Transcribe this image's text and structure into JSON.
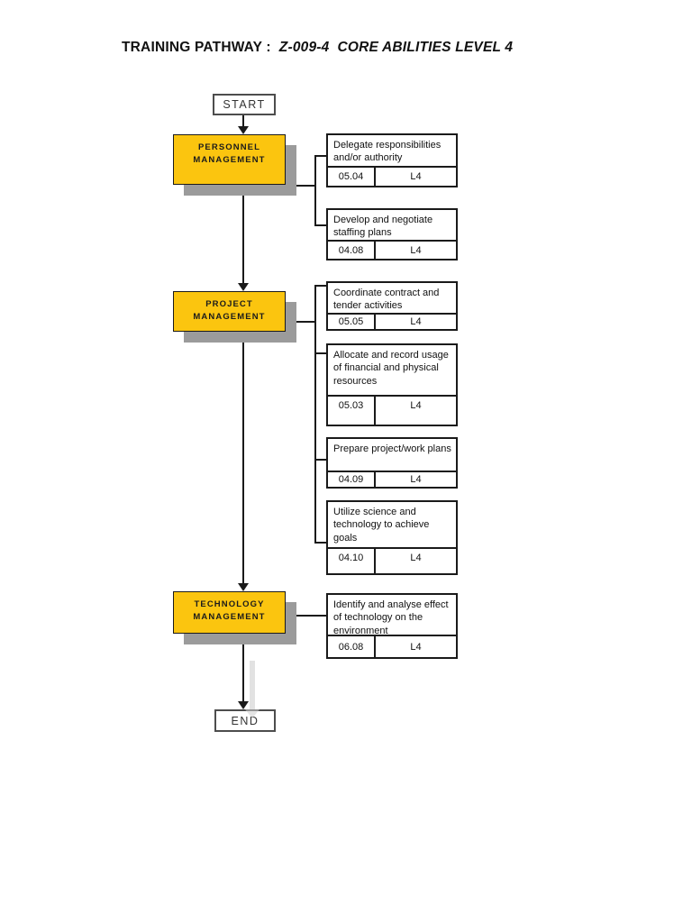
{
  "title": {
    "prefix": "TRAINING PATHWAY :",
    "code": "Z-009-4",
    "rest": "CORE ABILITIES LEVEL 4"
  },
  "flow": {
    "start_label": "START",
    "end_label": "END"
  },
  "colors": {
    "node_fill": "#FBC50F",
    "node_shadow": "#9B9B9B",
    "line": "#1A1A1A",
    "terminator_border": "#4D4D4D",
    "watermark_gray": "#E2E2E2"
  },
  "sections": [
    {
      "label_line1": "PERSONNEL",
      "label_line2": "MANAGEMENT",
      "tasks": [
        {
          "title": "Delegate responsibilities and/or authority",
          "code": "05.04",
          "level": "L4"
        },
        {
          "title": "Develop and negotiate staffing plans",
          "code": "04.08",
          "level": "L4"
        }
      ]
    },
    {
      "label_line1": "PROJECT",
      "label_line2": "MANAGEMENT",
      "tasks": [
        {
          "title": "Coordinate contract and tender activities",
          "code": "05.05",
          "level": "L4"
        },
        {
          "title": "Allocate and record usage of financial and physical resources",
          "code": "05.03",
          "level": "L4"
        },
        {
          "title": "Prepare project/work plans",
          "code": "04.09",
          "level": "L4"
        },
        {
          "title": "Utilize science and technology to achieve goals",
          "code": "04.10",
          "level": "L4"
        }
      ]
    },
    {
      "label_line1": "TECHNOLOGY",
      "label_line2": "MANAGEMENT",
      "tasks": [
        {
          "title": "Identify and analyse effect of technology on the environment",
          "code": "06.08",
          "level": "L4"
        }
      ]
    }
  ]
}
